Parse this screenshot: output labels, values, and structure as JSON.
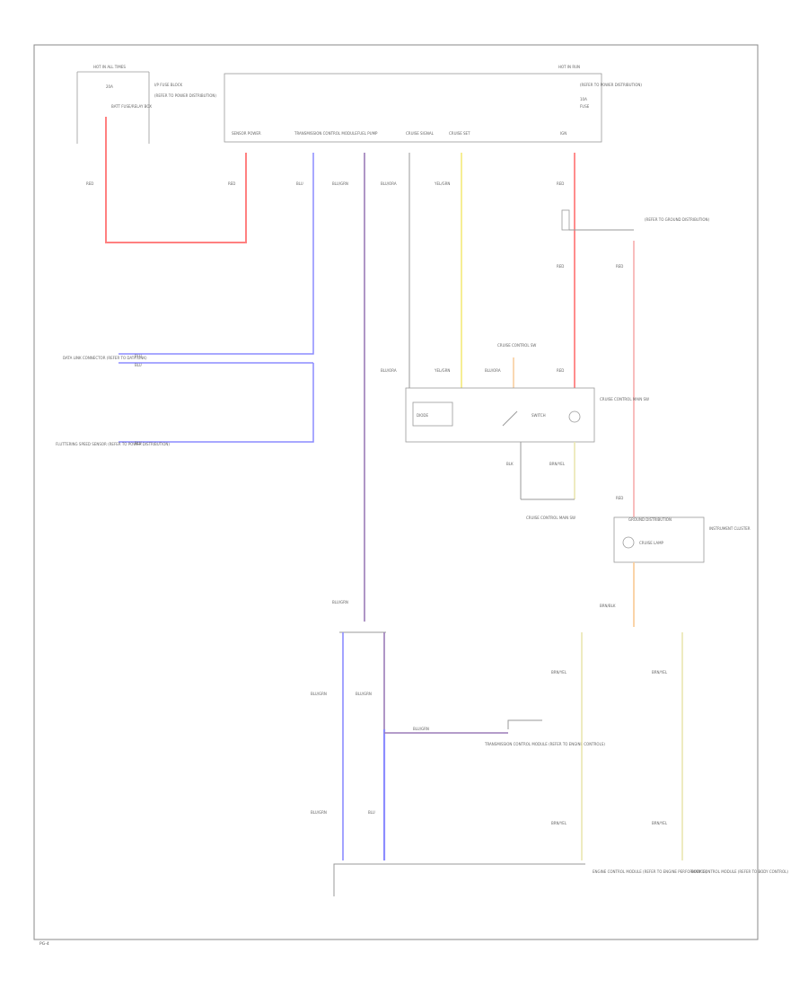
{
  "colors": {
    "red": "#ff8080",
    "pink": "#f7b6b6",
    "blue": "#8c8cff",
    "purple": "#9b7bb8",
    "yellow": "#f3e97a",
    "paleyellow": "#e9e6b0",
    "orange": "#f9cf9f",
    "grey": "#9a9a9a"
  },
  "labels": {
    "hot_left": "HOT IN ALL TIMES",
    "fuse_left_a": "20A",
    "fuse_left_b": "BATT FUSE/RELAY BOX",
    "fuse_left_note": "I/P FUSE BLOCK",
    "batt_box_note": "(REFER TO POWER DISTRIBUTION)",
    "hot_right": "HOT IN RUN",
    "fuse_right_a": "10A",
    "fuse_right_b": "FUSE",
    "fuse_right_note": "(REFER TO POWER DISTRIBUTION)",
    "top_terms": [
      "SENSOR POWER",
      "TRANSMISSION CONTROL MODULE",
      "FUEL PUMP",
      "CRUISE SIGNAL",
      "CRUISE SET",
      "IGN"
    ],
    "relay_note": "(REFER TO GROUND DISTRIBUTION)",
    "cruise_switch_top": "CRUISE CONTROL SW",
    "cruise_switch_parts": [
      "DIODE",
      "SWITCH",
      "LAMP"
    ],
    "cruise_switch_side": "CRUISE CONTROL MAIN SW",
    "cruise_switch_bottom": "CRUISE CONTROL MAIN SW",
    "left_mid_note": "DATA LINK CONNECTOR (REFER TO DATA LINK)",
    "left_low_note": "FLUTTERING SPEED SENSOR (REFER TO POWER DISTRIBUTION)",
    "cluster": "INSTRUMENT CLUSTER",
    "cluster_lamp": "CRUISE LAMP",
    "cluster_top": "GROUND DISTRIBUTION",
    "brake_switch": "TRANSMISSION CONTROL MODULE (REFER TO ENGINE CONTROLS)",
    "bottom_mid": "ENGINE CONTROL MODULE (REFER TO ENGINE PERFORMANCE)",
    "bottom_right": "BODY CONTROL MODULE (REFER TO BODY CONTROL)",
    "page_id": "PG-4"
  },
  "wire_colors": {
    "red": "RED",
    "blue": "BLU",
    "blu_grn": "BLU/GRN",
    "blu_ora": "BLU/ORA",
    "yellow": "YEL/GRN",
    "brn": "BRN/BLK",
    "brnyel": "BRN/YEL",
    "blk": "BLK"
  }
}
